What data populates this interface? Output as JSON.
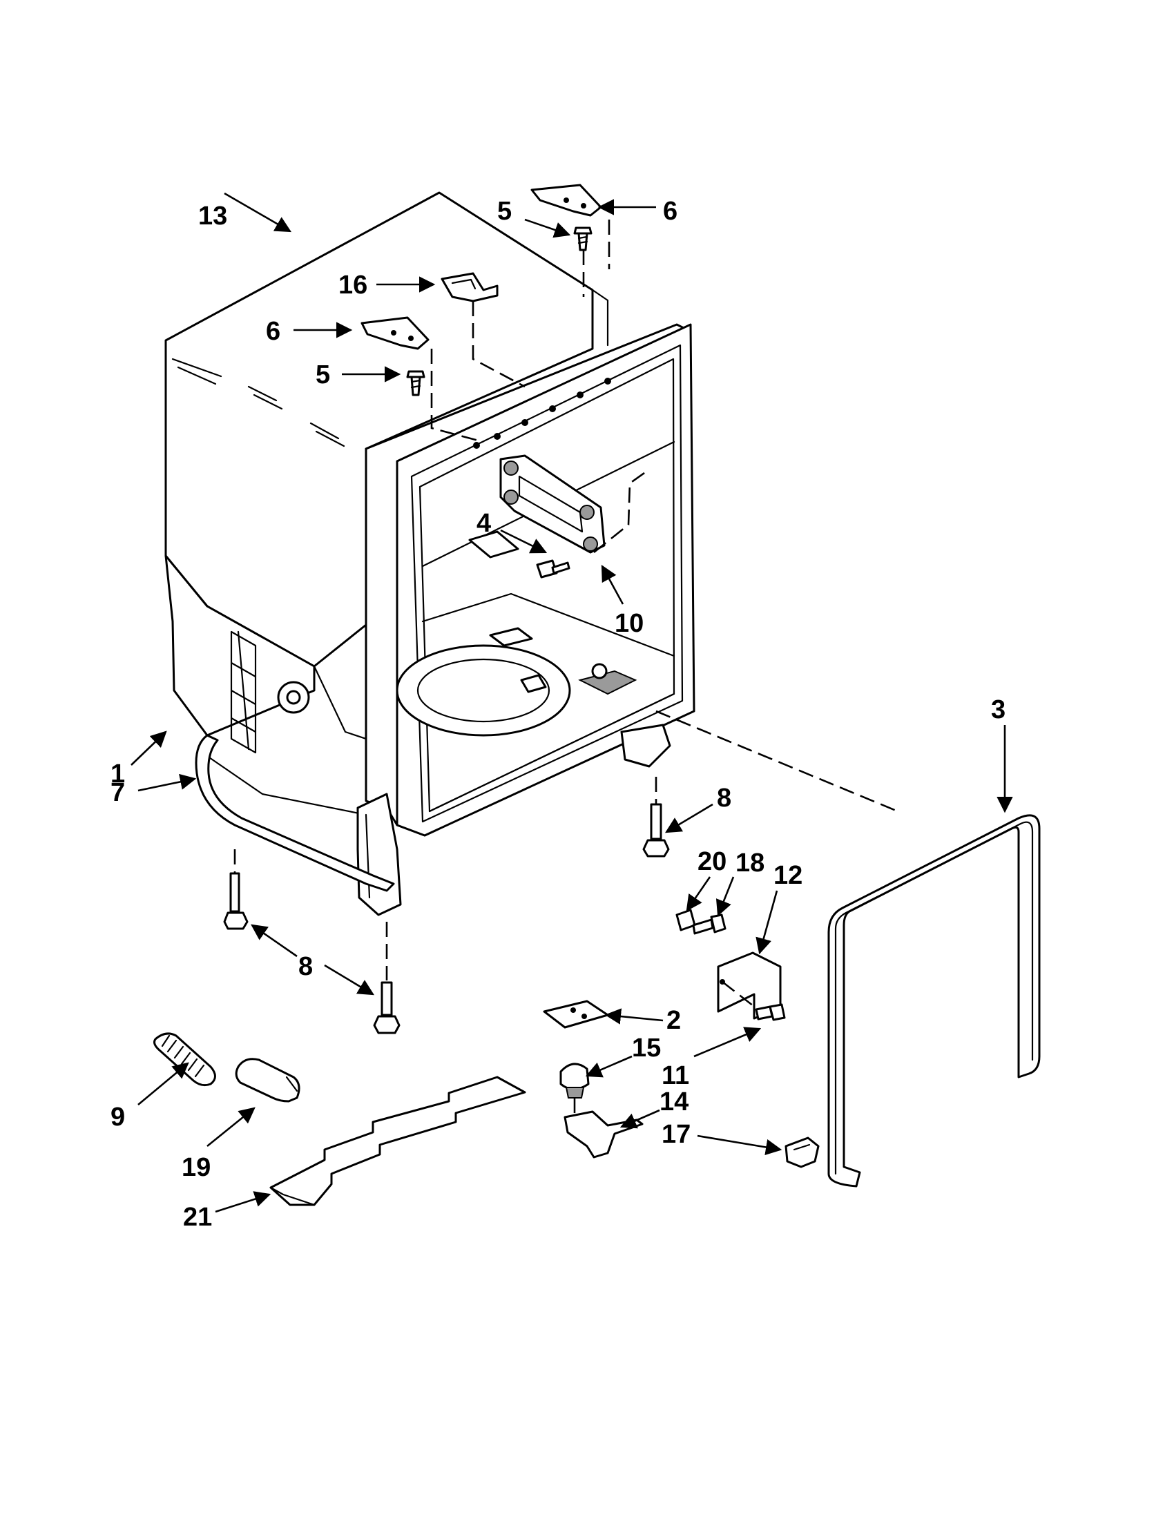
{
  "callouts": [
    {
      "id": "c13",
      "text": "13"
    },
    {
      "id": "c5a",
      "text": "5"
    },
    {
      "id": "c6a",
      "text": "6"
    },
    {
      "id": "c16",
      "text": "16"
    },
    {
      "id": "c6b",
      "text": "6"
    },
    {
      "id": "c5b",
      "text": "5"
    },
    {
      "id": "c4",
      "text": "4"
    },
    {
      "id": "c10",
      "text": "10"
    },
    {
      "id": "c3",
      "text": "3"
    },
    {
      "id": "c1",
      "text": "1"
    },
    {
      "id": "c7",
      "text": "7"
    },
    {
      "id": "c8a",
      "text": "8"
    },
    {
      "id": "c20",
      "text": "20"
    },
    {
      "id": "c18",
      "text": "18"
    },
    {
      "id": "c12",
      "text": "12"
    },
    {
      "id": "c8b",
      "text": "8"
    },
    {
      "id": "c2",
      "text": "2"
    },
    {
      "id": "c15",
      "text": "15"
    },
    {
      "id": "c11",
      "text": "11"
    },
    {
      "id": "c9",
      "text": "9"
    },
    {
      "id": "c14",
      "text": "14"
    },
    {
      "id": "c17",
      "text": "17"
    },
    {
      "id": "c19",
      "text": "19"
    },
    {
      "id": "c21",
      "text": "21"
    }
  ]
}
